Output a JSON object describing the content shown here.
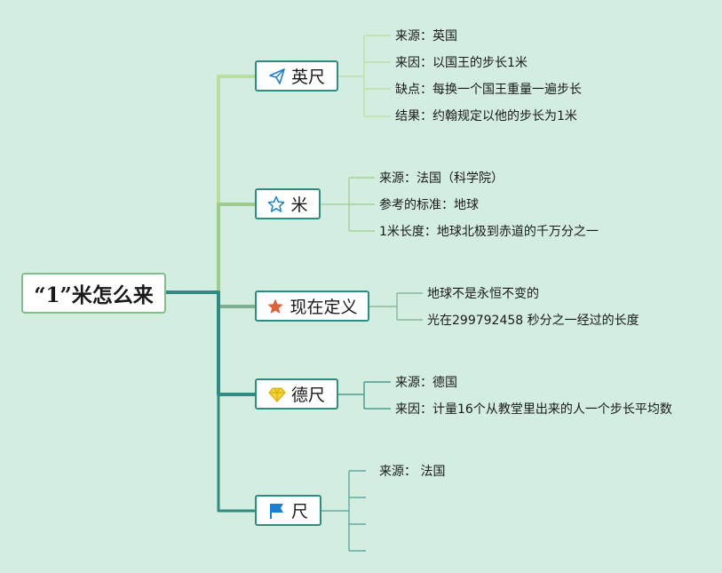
{
  "root": {
    "label": "“1”米怎么来"
  },
  "colors": {
    "background": "#d3eee0",
    "line_light": "#b9dfa0",
    "line_mid": "#9ccd8d",
    "line_dark": "#2e8c82",
    "node_border": "#2e8c82",
    "star_red": "#e0603a",
    "diamond_yellow": "#f5d23a",
    "flag_blue": "#1a7fd1"
  },
  "branches": [
    {
      "label": "英尺",
      "icon": "paper-plane-icon",
      "leaves": [
        "来源：英国",
        "来因：以国王的步长1米",
        "缺点：每换一个国王重量一遍步长",
        "结果：约翰规定以他的步长为1米"
      ]
    },
    {
      "label": "米",
      "icon": "star-outline-icon",
      "leaves": [
        "来源：法国（科学院）",
        "参考的标准：地球",
        "1米长度：地球北极到赤道的千万分之一"
      ]
    },
    {
      "label": "现在定义",
      "icon": "star-filled-icon",
      "leaves": [
        "地球不是永恒不变的",
        "光在299792458 秒分之一经过的长度"
      ]
    },
    {
      "label": "德尺",
      "icon": "diamond-icon",
      "leaves": [
        "来源：德国",
        "来因：计量16个从教堂里出来的人一个步长平均数"
      ]
    },
    {
      "label": "尺",
      "icon": "flag-icon",
      "leaves": [
        "来源： 法国",
        "",
        "",
        ""
      ]
    }
  ]
}
